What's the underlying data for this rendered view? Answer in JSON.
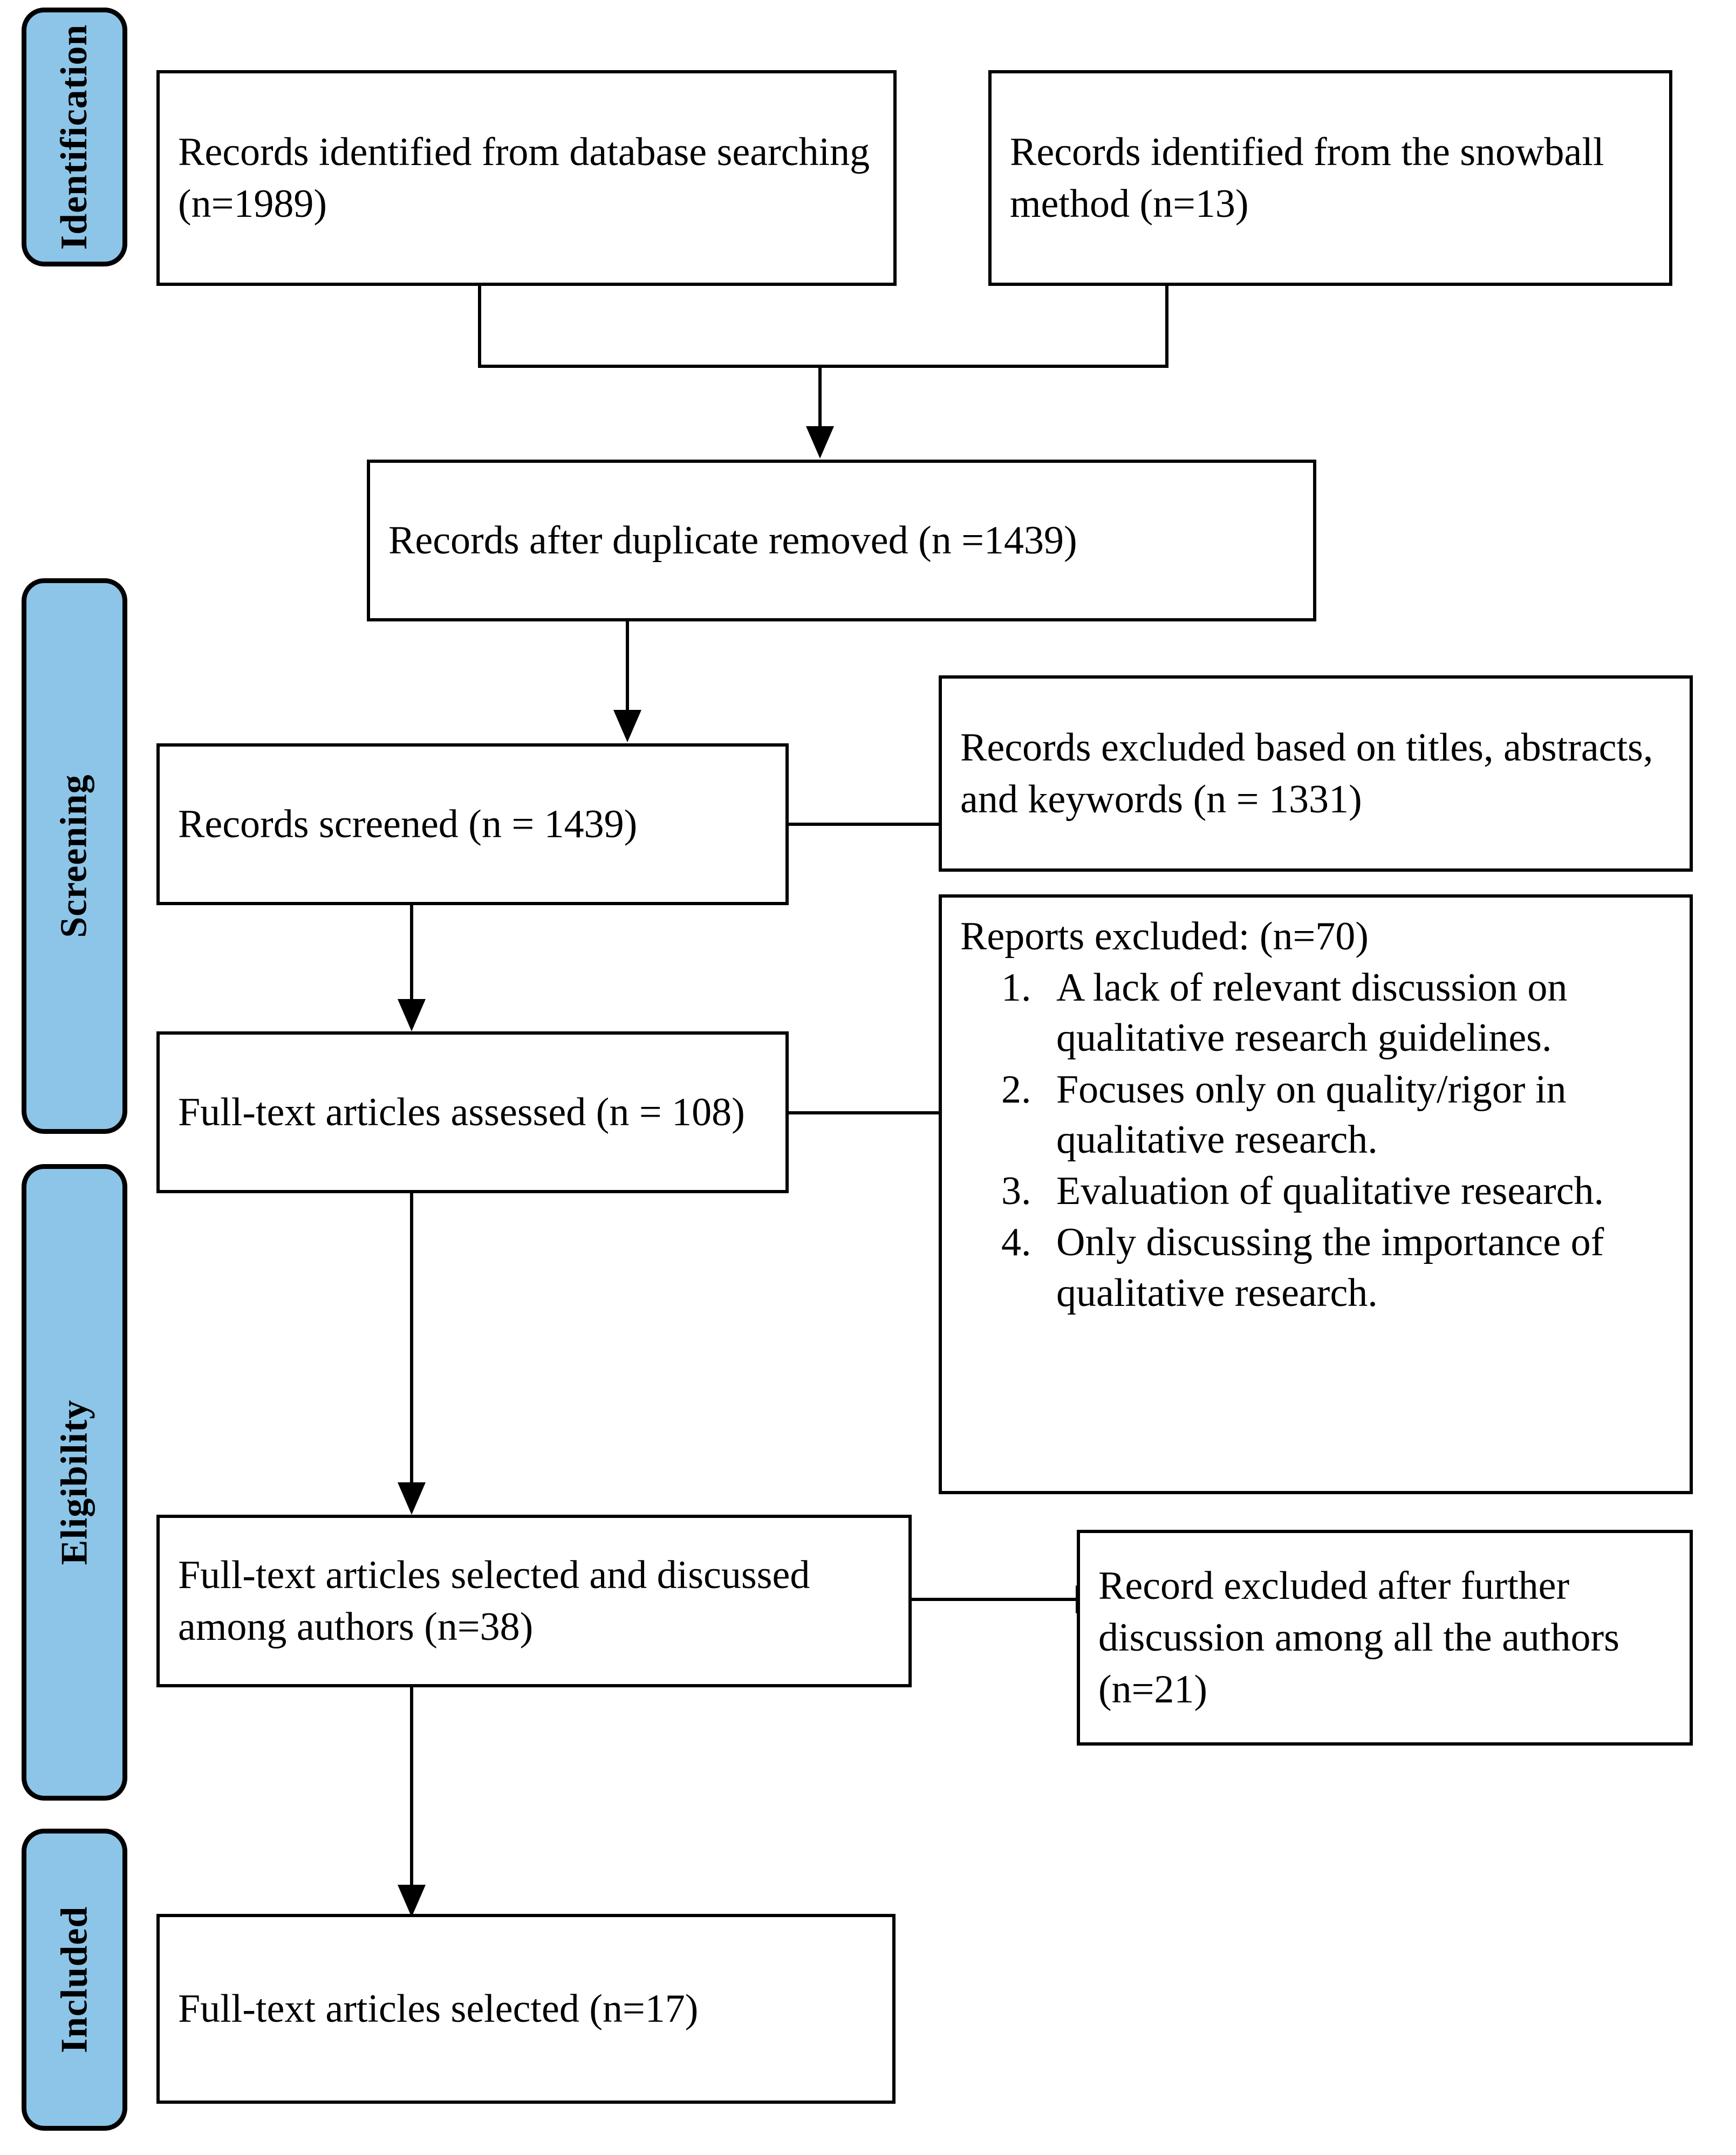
{
  "diagram": {
    "title": "PRISMA study selection flow diagram",
    "accent_color": "#8CC5E8",
    "line_color": "#000000",
    "box_fill": "#FFFFFF"
  },
  "stages": [
    {
      "label": "Identification"
    },
    {
      "label": "Screening"
    },
    {
      "label": "Eligibility"
    },
    {
      "label": "Included"
    }
  ],
  "boxes": {
    "db_search": "Records identified from database searching (n=1989)",
    "snowball": "Records identified from the snowball method (n=13)",
    "after_duplicates": "Records after duplicate removed (n =1439)",
    "screened": "Records screened (n = 1439)",
    "excluded_titles": "Records excluded based on titles, abstracts, and keywords (n = 1331)",
    "fulltext_assessed": "Full-text articles assessed (n = 108)",
    "reports_excluded_head": "Reports excluded: (n=70)",
    "reports_excluded_items": [
      "A lack of relevant discussion on qualitative research guidelines.",
      "Focuses only on quality/rigor in qualitative research.",
      "Evaluation of qualitative research.",
      "Only discussing the importance of qualitative research."
    ],
    "fulltext_selected_discussed": "Full-text articles selected and discussed among authors (n=38)",
    "excluded_after_discussion": "Record excluded after further discussion among all the authors (n=21)",
    "fulltext_selected_final": "Full-text articles selected (n=17)"
  },
  "counts": {
    "database_records": 1989,
    "snowball_records": 13,
    "after_duplicates": 1439,
    "screened": 1439,
    "excluded_titles_abstracts_keywords": 1331,
    "fulltext_assessed": 108,
    "reports_excluded": 70,
    "fulltext_selected_discussed": 38,
    "excluded_after_discussion": 21,
    "fulltext_selected_final": 17
  }
}
